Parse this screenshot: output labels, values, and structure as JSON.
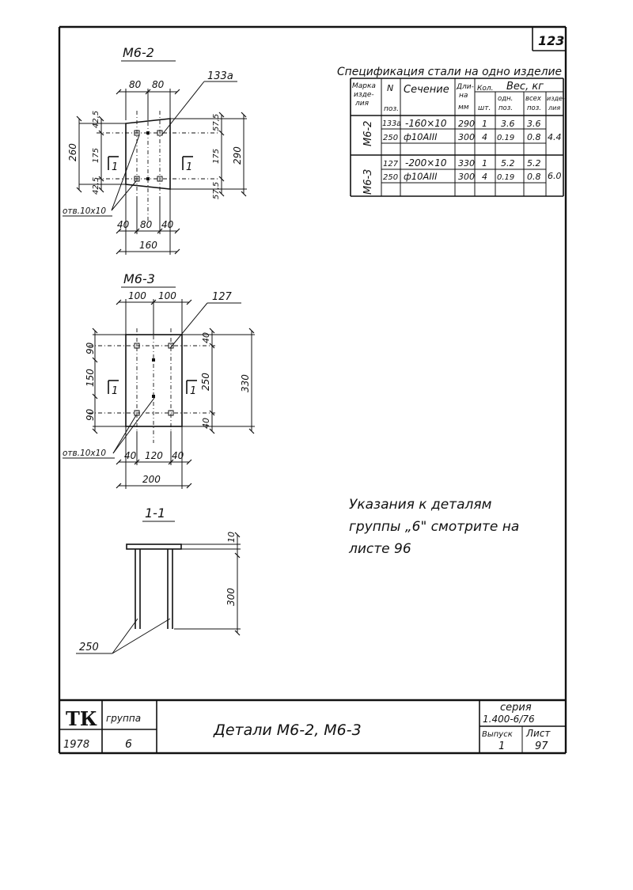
{
  "sheet": {
    "page_number": "123",
    "note": {
      "line1": "Указания к деталям",
      "line2": "группы „6\" смотрите на",
      "line3": "листе 96"
    }
  },
  "spec_table": {
    "title": "Спецификация стали на одно изделие",
    "headers": {
      "mark": [
        "Марка",
        "изде-",
        "лия"
      ],
      "pos": [
        "N",
        "поз."
      ],
      "section": "Сечение",
      "length": [
        "Дли-",
        "на",
        "мм"
      ],
      "qty": [
        "Кол.",
        "шт."
      ],
      "weight": "Вес, кг",
      "w_one": [
        "одн.",
        "поз."
      ],
      "w_all": [
        "всех",
        "поз."
      ],
      "w_item": [
        "изде-",
        "лия"
      ]
    },
    "groups": [
      {
        "mark": "М6-2",
        "item_weight": "4.4",
        "rows": [
          {
            "pos": "133а",
            "section": "-160×10",
            "length": "290",
            "qty": "1",
            "w_one": "3.6",
            "w_all": "3.6"
          },
          {
            "pos": "250",
            "section": "ф10АIII",
            "length": "300",
            "qty": "4",
            "w_one": "0.19",
            "w_all": "0.8"
          }
        ]
      },
      {
        "mark": "М6-3",
        "item_weight": "6.0",
        "rows": [
          {
            "pos": "127",
            "section": "-200×10",
            "length": "330",
            "qty": "1",
            "w_one": "5.2",
            "w_all": "5.2"
          },
          {
            "pos": "250",
            "section": "ф10АIII",
            "length": "300",
            "qty": "4",
            "w_one": "0.19",
            "w_all": "0.8"
          }
        ]
      }
    ]
  },
  "drawing_m62": {
    "title": "М6-2",
    "leader": "133а",
    "top_dims": [
      "80",
      "80"
    ],
    "left_dims": [
      "42,5",
      "175",
      "42,5"
    ],
    "left_total": "260",
    "right_dims": [
      "57,5",
      "175",
      "57,5"
    ],
    "right_total": "290",
    "bottom_dims": [
      "40",
      "80",
      "40"
    ],
    "bottom_total": "160",
    "hole_label": "отв.10х10",
    "section_mark": "1"
  },
  "drawing_m63": {
    "title": "М6-3",
    "leader": "127",
    "top_dims": [
      "100",
      "100"
    ],
    "left_dims": [
      "90",
      "150",
      "90"
    ],
    "right_dims": [
      "40",
      "250",
      "40"
    ],
    "right_total": "330",
    "bottom_dims": [
      "40",
      "120",
      "40"
    ],
    "bottom_total": "200",
    "hole_label": "отв.10х10",
    "section_mark": "1"
  },
  "section_11": {
    "title": "1-1",
    "thickness": "10",
    "height": "300",
    "rod_label": "250"
  },
  "title_block": {
    "org": "ТК",
    "group_label": "группа",
    "year": "1978",
    "group_value": "6",
    "drawing_title": "Детали М6-2, М6-3",
    "series_label": "серия",
    "series_value": "1.400-6/76",
    "issue_label": "Выпуск",
    "sheet_label": "Лист",
    "issue_value": "1",
    "sheet_value": "97"
  }
}
